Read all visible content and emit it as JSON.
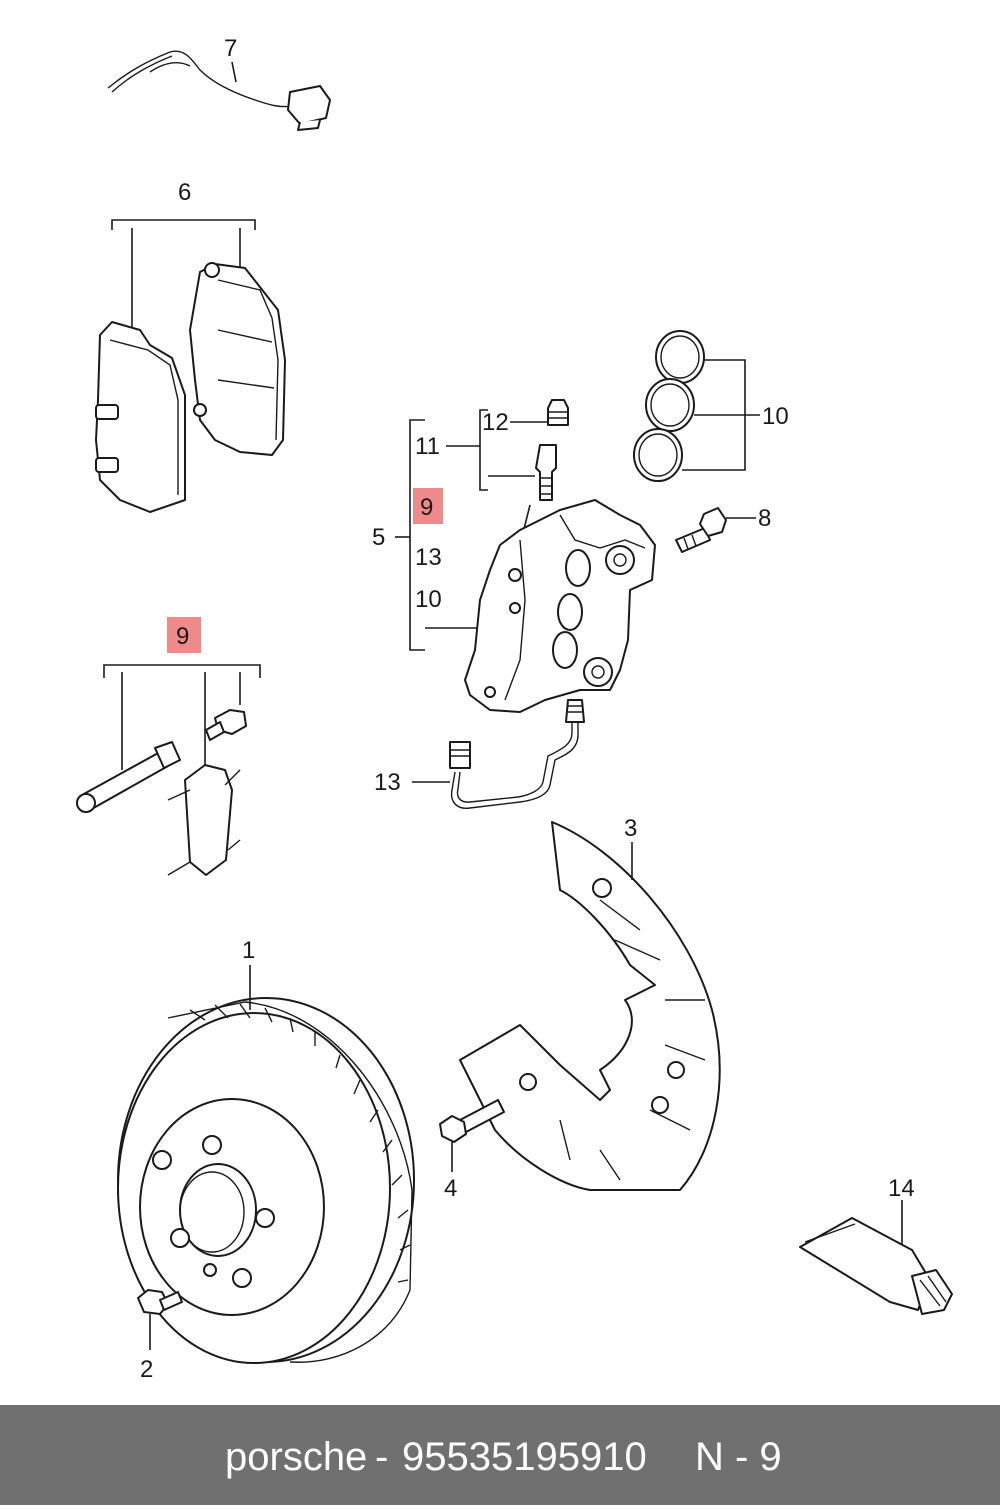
{
  "callouts": {
    "c1": "1",
    "c2": "2",
    "c3": "3",
    "c4": "4",
    "c5": "5",
    "c6": "6",
    "c7": "7",
    "c8": "8",
    "c9_caliper": "9",
    "c9_kit": "9",
    "c10_right": "10",
    "c10_left": "10",
    "c11": "11",
    "c12": "12",
    "c13_left": "13",
    "c13_line": "13",
    "c14": "14"
  },
  "highlight_color": "#f08a8a",
  "footer": {
    "brand": "porsche",
    "separator": "-",
    "part_number": "95535195910",
    "position_label": "N - 9",
    "background": "#707070"
  },
  "parts": [
    {
      "number": "1",
      "icon": "brake-disc-icon"
    },
    {
      "number": "2",
      "icon": "screw-icon"
    },
    {
      "number": "3",
      "icon": "splash-shield-icon"
    },
    {
      "number": "4",
      "icon": "bolt-icon"
    },
    {
      "number": "5",
      "icon": "brake-caliper-icon"
    },
    {
      "number": "6",
      "icon": "brake-pad-icon"
    },
    {
      "number": "7",
      "icon": "wear-sensor-icon"
    },
    {
      "number": "8",
      "icon": "bolt-icon"
    },
    {
      "number": "9",
      "icon": "pad-retainer-kit-icon"
    },
    {
      "number": "10",
      "icon": "seal-ring-icon"
    },
    {
      "number": "11",
      "icon": "bleeder-valve-icon"
    },
    {
      "number": "12",
      "icon": "dust-cap-icon"
    },
    {
      "number": "13",
      "icon": "brake-line-icon"
    },
    {
      "number": "14",
      "icon": "grease-tube-icon"
    }
  ]
}
